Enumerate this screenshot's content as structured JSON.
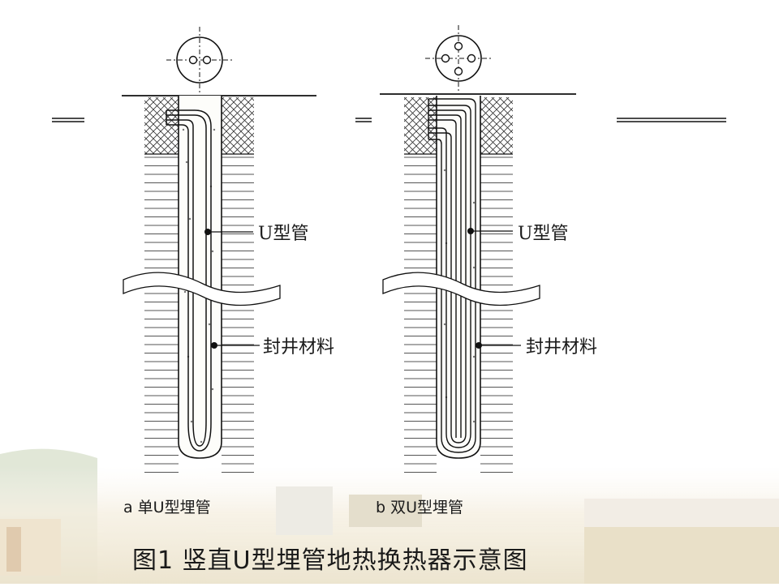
{
  "diagram_a": {
    "label_upipe": "U型管",
    "label_grout": "封井材料",
    "subcaption": "a 单U型埋管"
  },
  "diagram_b": {
    "label_upipe": "U型管",
    "label_grout": "封井材料",
    "subcaption": "b 双U型埋管"
  },
  "figure_caption": "图1 竖直U型埋管地热换热器示意图",
  "colors": {
    "ink": "#1a1a1a",
    "soil_lines": "#555555",
    "background_landscape": "#e6dcc2"
  }
}
